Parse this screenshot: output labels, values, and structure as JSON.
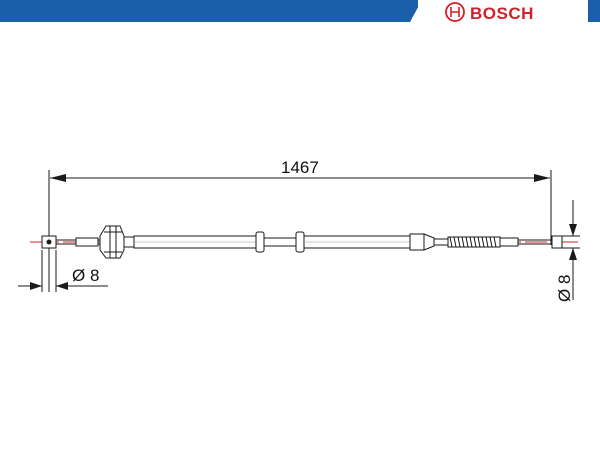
{
  "header": {
    "brand": "BOSCH",
    "band_color": "#1a5fa8",
    "brand_color": "#d0202a",
    "logo_icon": "bosch-armature-icon"
  },
  "dimensions": {
    "length": "1467",
    "left_diameter": "Ø 8",
    "right_diameter": "Ø 8"
  },
  "colors": {
    "line": "#1a1a1a",
    "centerline": "#d0202a"
  }
}
